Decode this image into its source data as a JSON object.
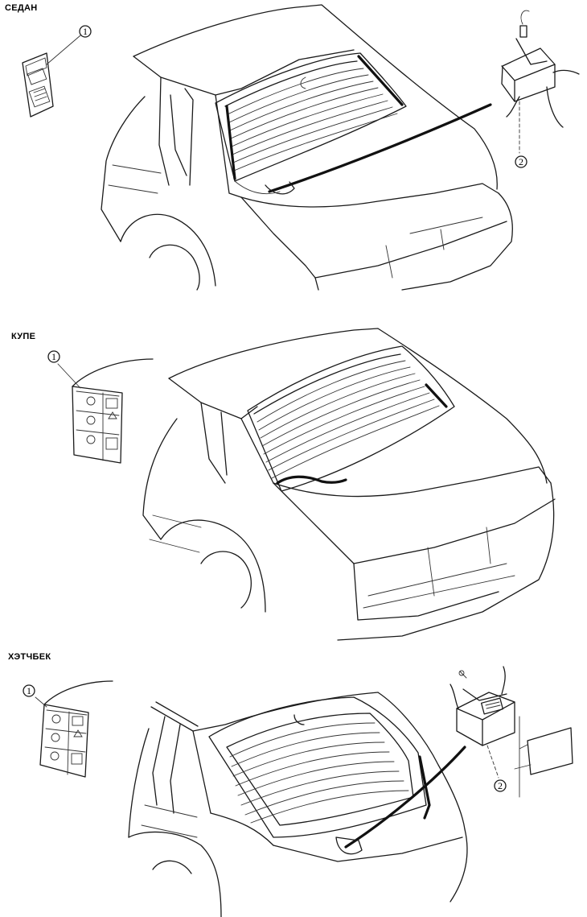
{
  "sections": [
    {
      "id": "sedan",
      "label": "СЕДАН"
    },
    {
      "id": "coupe",
      "label": "КУПЕ"
    },
    {
      "id": "hatchback",
      "label": "ХЭТЧБЕК"
    }
  ],
  "callouts": {
    "switch_panel": "1",
    "control_unit": "2"
  },
  "switch_symbols": {
    "defroster": "",
    "hazard": "",
    "fog": ""
  }
}
